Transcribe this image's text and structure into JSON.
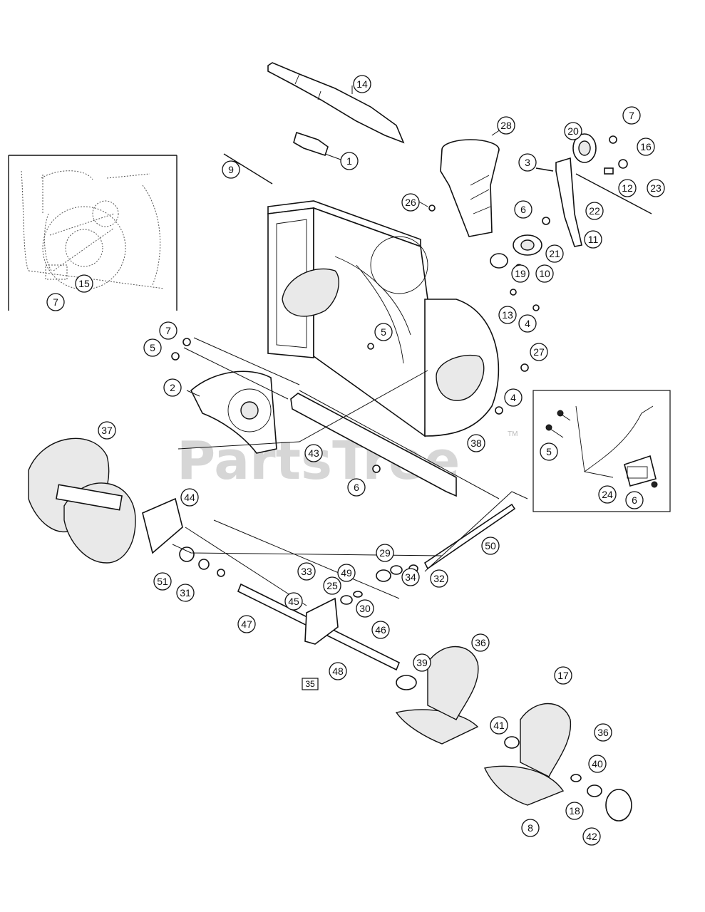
{
  "watermark": {
    "text": "PartsTree",
    "trademark": "TM"
  },
  "callouts": [
    "1",
    "2",
    "3",
    "4",
    "4",
    "5",
    "5",
    "5",
    "6",
    "6",
    "6",
    "7",
    "7",
    "7",
    "8",
    "9",
    "10",
    "11",
    "12",
    "13",
    "14",
    "15",
    "16",
    "17",
    "18",
    "19",
    "20",
    "21",
    "22",
    "23",
    "24",
    "25",
    "26",
    "27",
    "28",
    "29",
    "30",
    "31",
    "32",
    "33",
    "34",
    "36",
    "36",
    "37",
    "38",
    "39",
    "40",
    "41",
    "42",
    "43",
    "44",
    "45",
    "46",
    "47",
    "48",
    "49",
    "50",
    "51"
  ],
  "boxed_label": "35"
}
